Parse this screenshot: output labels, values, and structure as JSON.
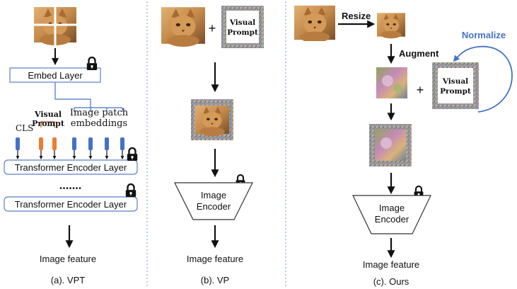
{
  "panel_a": {
    "embed_layer": "Embed Layer",
    "cls_label": "CLS",
    "visual_prompt_label_line1": "Visual",
    "visual_prompt_label_line2": "Prompt",
    "patch_label_line1": "Image patch",
    "patch_label_line2": "embeddings",
    "encoder_layer_1": "Transformer Encoder Layer",
    "dots": "•••••••",
    "encoder_layer_2": "Transformer Encoder Layer",
    "output_label": "Image feature",
    "caption": "(a). VPT"
  },
  "panel_b": {
    "plus": "+",
    "prompt_line1": "Visual",
    "prompt_line2": "Prompt",
    "encoder_line1": "Image",
    "encoder_line2": "Encoder",
    "output_label": "Image feature",
    "caption": "(b). VP"
  },
  "panel_c": {
    "resize_label": "Resize",
    "augment_label": "Augment",
    "normalize_label": "Normalize",
    "plus": "+",
    "prompt_line1": "Visual",
    "prompt_line2": "Prompt",
    "encoder_line1": "Image",
    "encoder_line2": "Encoder",
    "output_label": "Image feature",
    "caption": "(c). Ours"
  },
  "colors": {
    "embed_box_border": "#5b7fc7",
    "connector_blue": "#4472c4",
    "token_blue": "#4472c4",
    "token_orange": "#ed7d31",
    "prompt_bracket": "#c55a11",
    "divider": "#8da9db",
    "normalize_blue": "#4472c4",
    "cat_fur": "#c48a4b",
    "noise_grey": "#9a9a9a"
  }
}
